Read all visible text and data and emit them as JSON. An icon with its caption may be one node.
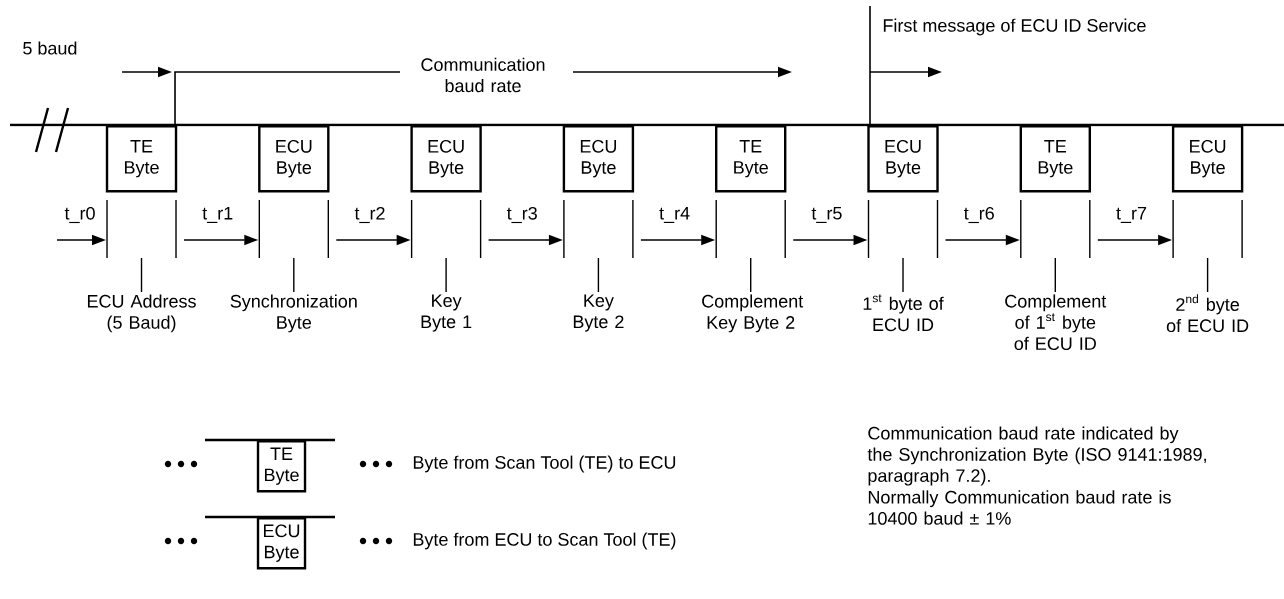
{
  "diagram": {
    "nodes": [
      {
        "text": [
          "TE Byte"
        ]
      },
      {
        "text": [
          "ECU Byte"
        ]
      },
      {
        "text": [
          "ECU Byte"
        ]
      },
      {
        "text": [
          "ECU Byte"
        ]
      },
      {
        "text": [
          "TE Byte"
        ]
      },
      {
        "text": [
          "ECU Byte"
        ]
      },
      {
        "text": [
          "TE Byte"
        ]
      },
      {
        "text": [
          "ECU Byte"
        ]
      },
      {
        "text": [
          "ECU Address (5 Baud)"
        ]
      },
      {
        "text": [
          "Synchronization Byte"
        ]
      },
      {
        "text": [
          "Key Byte 1"
        ]
      },
      {
        "text": [
          "Key Byte 2"
        ]
      },
      {
        "text": [
          "Complement Key Byte 2"
        ]
      },
      {
        "text": [
          "1$^{st}$ byte of ECU ID"
        ]
      },
      {
        "text": [
          "Complement of 1$^{st}$ byte of ECU ID"
        ]
      },
      {
        "text": [
          "2$^{nd}$ byte of ECU ID"
        ]
      },
      {
        "text": [
          "TE Byte"
        ],
        "beside": [
          "Byte from Scan Tool (TE) to ECU"
        ]
      },
      {
        "text": [
          "ECU Byte"
        ],
        "beside": [
          "Byte from ECU to Scan Tool (TE)"
        ]
      }
    ],
    "edges": [
      {
        "from": 8,
        "to": null,
        "arrow": "none"
      },
      {
        "from": 9,
        "to": null,
        "arrow": "none"
      },
      {
        "from": 10,
        "to": null,
        "arrow": "none"
      },
      {
        "from": 11,
        "to": null,
        "arrow": "none"
      },
      {
        "from": 12,
        "to": null,
        "arrow": "none"
      },
      {
        "from": 13,
        "to": null,
        "arrow": "none"
      },
      {
        "from": 14,
        "to": null,
        "arrow": "none"
      },
      {
        "from": 15,
        "to": null,
        "arrow": "none"
      }
    ],
    "labels": [
      "First message of ECU ID Service",
      "5 baud",
      "Communication baud rate",
      "t_r0",
      "t_r1",
      "t_r2",
      "t_r3",
      "t_r4",
      "t_r5",
      "t_r6",
      "t_r7",
      "Communication baud rate indicated by the Synchronization Byte (ISO 9141:1989, paragraph 7.2).",
      "Normally Communication baud rate is 10400 baud ± 1%"
    ]
  }
}
